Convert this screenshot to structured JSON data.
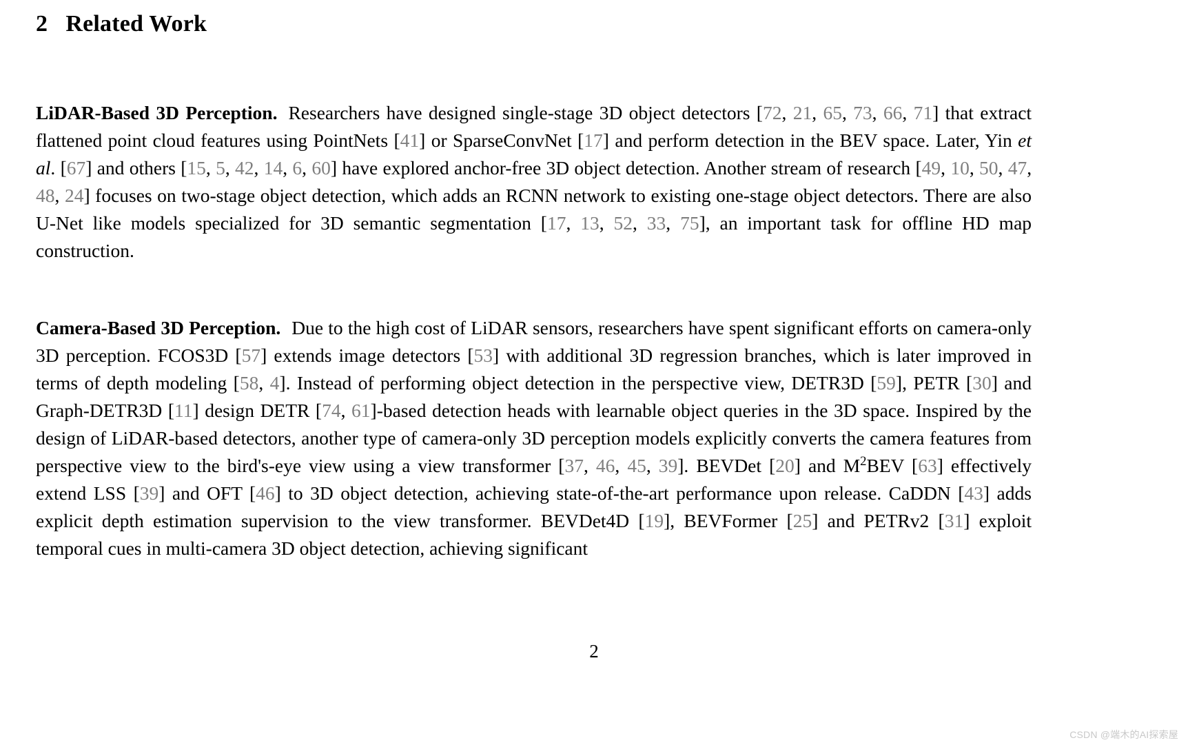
{
  "section": {
    "number": "2",
    "title": "Related Work"
  },
  "paragraphs": [
    {
      "id": "lidar",
      "runin_heading": "LiDAR-Based 3D Perception.",
      "segments": [
        {
          "t": "text",
          "v": "Researchers have designed single-stage 3D object detectors "
        },
        {
          "t": "brk",
          "v": "["
        },
        {
          "t": "cite",
          "v": "72"
        },
        {
          "t": "brk",
          "v": ", "
        },
        {
          "t": "cite",
          "v": "21"
        },
        {
          "t": "brk",
          "v": ", "
        },
        {
          "t": "cite",
          "v": "65"
        },
        {
          "t": "brk",
          "v": ", "
        },
        {
          "t": "cite",
          "v": "73"
        },
        {
          "t": "brk",
          "v": ", "
        },
        {
          "t": "cite",
          "v": "66"
        },
        {
          "t": "brk",
          "v": ", "
        },
        {
          "t": "cite",
          "v": "71"
        },
        {
          "t": "brk",
          "v": "]"
        },
        {
          "t": "text",
          "v": " that extract flattened point cloud features using PointNets "
        },
        {
          "t": "brk",
          "v": "["
        },
        {
          "t": "cite",
          "v": "41"
        },
        {
          "t": "brk",
          "v": "]"
        },
        {
          "t": "text",
          "v": " or SparseConvNet "
        },
        {
          "t": "brk",
          "v": "["
        },
        {
          "t": "cite",
          "v": "17"
        },
        {
          "t": "brk",
          "v": "]"
        },
        {
          "t": "text",
          "v": " and perform detection in the BEV space. Later, Yin "
        },
        {
          "t": "ital",
          "v": "et al"
        },
        {
          "t": "text",
          "v": ". "
        },
        {
          "t": "brk",
          "v": "["
        },
        {
          "t": "cite",
          "v": "67"
        },
        {
          "t": "brk",
          "v": "]"
        },
        {
          "t": "text",
          "v": " and others "
        },
        {
          "t": "brk",
          "v": "["
        },
        {
          "t": "cite",
          "v": "15"
        },
        {
          "t": "brk",
          "v": ", "
        },
        {
          "t": "cite",
          "v": "5"
        },
        {
          "t": "brk",
          "v": ", "
        },
        {
          "t": "cite",
          "v": "42"
        },
        {
          "t": "brk",
          "v": ", "
        },
        {
          "t": "cite",
          "v": "14"
        },
        {
          "t": "brk",
          "v": ", "
        },
        {
          "t": "cite",
          "v": "6"
        },
        {
          "t": "brk",
          "v": ", "
        },
        {
          "t": "cite",
          "v": "60"
        },
        {
          "t": "brk",
          "v": "]"
        },
        {
          "t": "text",
          "v": " have explored anchor-free 3D object detection. Another stream of research "
        },
        {
          "t": "brk",
          "v": "["
        },
        {
          "t": "cite",
          "v": "49"
        },
        {
          "t": "brk",
          "v": ", "
        },
        {
          "t": "cite",
          "v": "10"
        },
        {
          "t": "brk",
          "v": ", "
        },
        {
          "t": "cite",
          "v": "50"
        },
        {
          "t": "brk",
          "v": ", "
        },
        {
          "t": "cite",
          "v": "47"
        },
        {
          "t": "brk",
          "v": ", "
        },
        {
          "t": "cite",
          "v": "48"
        },
        {
          "t": "brk",
          "v": ", "
        },
        {
          "t": "cite",
          "v": "24"
        },
        {
          "t": "brk",
          "v": "]"
        },
        {
          "t": "text",
          "v": " focuses on two-stage object detection, which adds an RCNN network to existing one-stage object detectors. There are also U-Net like models specialized for 3D semantic segmentation "
        },
        {
          "t": "brk",
          "v": "["
        },
        {
          "t": "cite",
          "v": "17"
        },
        {
          "t": "brk",
          "v": ", "
        },
        {
          "t": "cite",
          "v": "13"
        },
        {
          "t": "brk",
          "v": ", "
        },
        {
          "t": "cite",
          "v": "52"
        },
        {
          "t": "brk",
          "v": ", "
        },
        {
          "t": "cite",
          "v": "33"
        },
        {
          "t": "brk",
          "v": ", "
        },
        {
          "t": "cite",
          "v": "75"
        },
        {
          "t": "brk",
          "v": "]"
        },
        {
          "t": "text",
          "v": ", an important task for offline HD map construction."
        }
      ]
    },
    {
      "id": "camera",
      "runin_heading": "Camera-Based 3D Perception.",
      "segments": [
        {
          "t": "text",
          "v": "Due to the high cost of LiDAR sensors, researchers have spent significant efforts on camera-only 3D perception. FCOS3D "
        },
        {
          "t": "brk",
          "v": "["
        },
        {
          "t": "cite",
          "v": "57"
        },
        {
          "t": "brk",
          "v": "]"
        },
        {
          "t": "text",
          "v": " extends image detectors "
        },
        {
          "t": "brk",
          "v": "["
        },
        {
          "t": "cite",
          "v": "53"
        },
        {
          "t": "brk",
          "v": "]"
        },
        {
          "t": "text",
          "v": " with additional 3D regression branches, which is later improved in terms of depth modeling "
        },
        {
          "t": "brk",
          "v": "["
        },
        {
          "t": "cite",
          "v": "58"
        },
        {
          "t": "brk",
          "v": ", "
        },
        {
          "t": "cite",
          "v": "4"
        },
        {
          "t": "brk",
          "v": "]"
        },
        {
          "t": "text",
          "v": ". Instead of performing object detection in the perspective view, DETR3D "
        },
        {
          "t": "brk",
          "v": "["
        },
        {
          "t": "cite",
          "v": "59"
        },
        {
          "t": "brk",
          "v": "]"
        },
        {
          "t": "text",
          "v": ", PETR "
        },
        {
          "t": "brk",
          "v": "["
        },
        {
          "t": "cite",
          "v": "30"
        },
        {
          "t": "brk",
          "v": "]"
        },
        {
          "t": "text",
          "v": " and Graph-DETR3D "
        },
        {
          "t": "brk",
          "v": "["
        },
        {
          "t": "cite",
          "v": "11"
        },
        {
          "t": "brk",
          "v": "]"
        },
        {
          "t": "text",
          "v": " design DETR "
        },
        {
          "t": "brk",
          "v": "["
        },
        {
          "t": "cite",
          "v": "74"
        },
        {
          "t": "brk",
          "v": ", "
        },
        {
          "t": "cite",
          "v": "61"
        },
        {
          "t": "brk",
          "v": "]"
        },
        {
          "t": "text",
          "v": "-based detection heads with learnable object queries in the 3D space. Inspired by the design of LiDAR-based detectors, another type of camera-only 3D perception models explicitly converts the camera features from perspective view to the bird's-eye view using a view transformer "
        },
        {
          "t": "brk",
          "v": "["
        },
        {
          "t": "cite",
          "v": "37"
        },
        {
          "t": "brk",
          "v": ", "
        },
        {
          "t": "cite",
          "v": "46"
        },
        {
          "t": "brk",
          "v": ", "
        },
        {
          "t": "cite",
          "v": "45"
        },
        {
          "t": "brk",
          "v": ", "
        },
        {
          "t": "cite",
          "v": "39"
        },
        {
          "t": "brk",
          "v": "]"
        },
        {
          "t": "text",
          "v": ". BEVDet "
        },
        {
          "t": "brk",
          "v": "["
        },
        {
          "t": "cite",
          "v": "20"
        },
        {
          "t": "brk",
          "v": "]"
        },
        {
          "t": "text",
          "v": " and M"
        },
        {
          "t": "sup",
          "v": "2"
        },
        {
          "t": "text",
          "v": "BEV "
        },
        {
          "t": "brk",
          "v": "["
        },
        {
          "t": "cite",
          "v": "63"
        },
        {
          "t": "brk",
          "v": "]"
        },
        {
          "t": "text",
          "v": " effectively extend LSS "
        },
        {
          "t": "brk",
          "v": "["
        },
        {
          "t": "cite",
          "v": "39"
        },
        {
          "t": "brk",
          "v": "]"
        },
        {
          "t": "text",
          "v": " and OFT "
        },
        {
          "t": "brk",
          "v": "["
        },
        {
          "t": "cite",
          "v": "46"
        },
        {
          "t": "brk",
          "v": "]"
        },
        {
          "t": "text",
          "v": " to 3D object detection, achieving state-of-the-art performance upon release. CaDDN "
        },
        {
          "t": "brk",
          "v": "["
        },
        {
          "t": "cite",
          "v": "43"
        },
        {
          "t": "brk",
          "v": "]"
        },
        {
          "t": "text",
          "v": " adds explicit depth estimation supervision to the view transformer. BEVDet4D "
        },
        {
          "t": "brk",
          "v": "["
        },
        {
          "t": "cite",
          "v": "19"
        },
        {
          "t": "brk",
          "v": "]"
        },
        {
          "t": "text",
          "v": ", BEVFormer "
        },
        {
          "t": "brk",
          "v": "["
        },
        {
          "t": "cite",
          "v": "25"
        },
        {
          "t": "brk",
          "v": "]"
        },
        {
          "t": "text",
          "v": " and PETRv2 "
        },
        {
          "t": "brk",
          "v": "["
        },
        {
          "t": "cite",
          "v": "31"
        },
        {
          "t": "brk",
          "v": "]"
        },
        {
          "t": "text",
          "v": " exploit temporal cues in multi-camera 3D object detection, achieving significant"
        }
      ]
    }
  ],
  "footer": {
    "page_number": "2"
  },
  "watermark": {
    "text": "CSDN @端木的AI探索屋"
  },
  "colors": {
    "text": "#000000",
    "citation": "#7f7f7f",
    "watermark": "#c8c8c8",
    "background": "#ffffff"
  }
}
